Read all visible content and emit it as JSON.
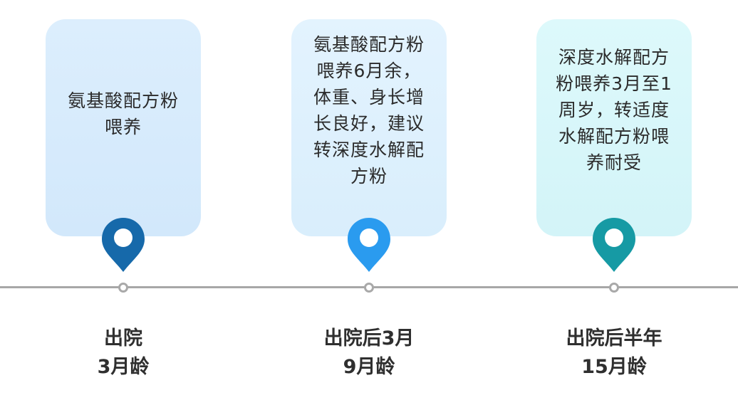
{
  "colors": {
    "pin_1": "#1669aa",
    "pin_2": "#2a9bef",
    "pin_3": "#169aa4",
    "line": "#a7a7a7"
  },
  "milestones": [
    {
      "card_text": "氨基酸配方粉\n喂养",
      "label_line1": "出院",
      "label_line2": "3月龄"
    },
    {
      "card_text": "氨基酸配方粉\n喂养6月余，\n体重、身长增\n长良好，建议\n转深度水解配\n方粉",
      "label_line1": "出院后3月",
      "label_line2": "9月龄"
    },
    {
      "card_text": "深度水解配方\n粉喂养3月至1\n周岁，转适度\n水解配方粉喂\n养耐受",
      "label_line1": "出院后半年",
      "label_line2": "15月龄"
    }
  ]
}
